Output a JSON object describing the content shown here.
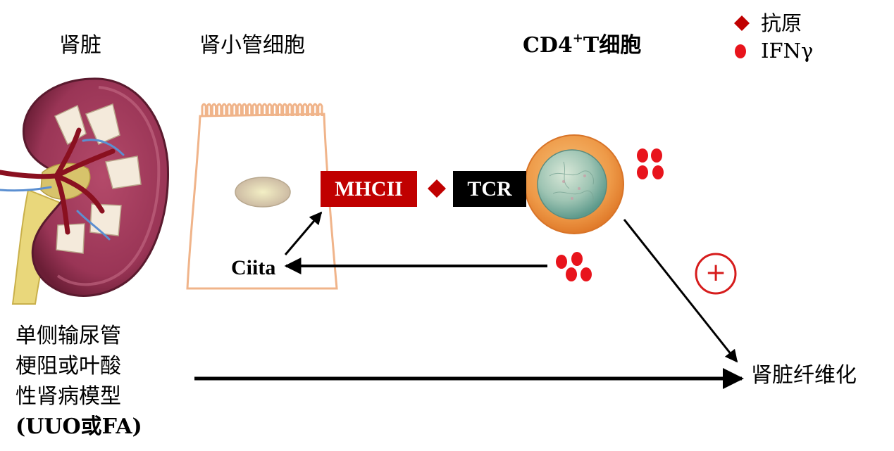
{
  "labels": {
    "kidney": "肾脏",
    "tubule_cell": "肾小管细胞",
    "cd4_prefix": "CD4",
    "cd4_sup": "+",
    "cd4_suffix": "T细胞",
    "ciita": "Ciita",
    "fibrosis": "肾脏纤维化",
    "plus_sign": "+"
  },
  "model": {
    "lines": [
      "单侧输尿管",
      "梗阻或叶酸",
      "性肾病模型",
      "(UUO或FA)"
    ]
  },
  "boxes": {
    "mhcii": "MHCII",
    "tcr": "TCR"
  },
  "legend": {
    "antigen": "抗原",
    "ifng": "IFNγ"
  },
  "colors": {
    "mhcii_box": "#c00000",
    "tcr_box": "#000000",
    "antigen": "#c00000",
    "ifng_dots": "#e8141c",
    "plus_circle": "#d61c1c",
    "cell_outline": "#f0b48a",
    "nucleus_fill": "#e9e1b3",
    "tcell_outer": "#f0a050",
    "tcell_inner": "#7fb6a8",
    "arrow": "#000000"
  },
  "icons": {
    "antigen": "diamond",
    "ifng": "red-dot",
    "kidney": "kidney-illustration"
  }
}
